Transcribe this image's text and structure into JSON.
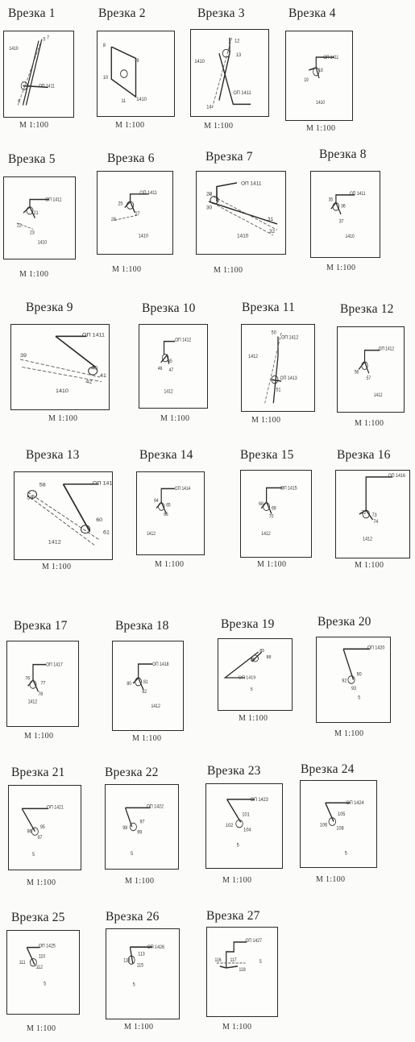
{
  "sheet": {
    "insets": [
      {
        "title": "Врезка 1",
        "scale": "M 1:100",
        "labels": [
          "1410",
          "ОП 1411",
          "5",
          "6",
          "7"
        ]
      },
      {
        "title": "Врезка 2",
        "scale": "M 1:100",
        "labels": [
          "1410",
          "8",
          "9",
          "10",
          "11"
        ]
      },
      {
        "title": "Врезка 3",
        "scale": "M 1:100",
        "labels": [
          "1410",
          "ОП 1411",
          "12",
          "13",
          "14"
        ]
      },
      {
        "title": "Врезка 4",
        "scale": "M 1:100",
        "labels": [
          "ОП 1411",
          "18",
          "19",
          "1410"
        ]
      },
      {
        "title": "Врезка 5",
        "scale": "M 1:100",
        "labels": [
          "ОП 1411",
          "21",
          "22",
          "23",
          "1410"
        ]
      },
      {
        "title": "Врезка 6",
        "scale": "M 1:100",
        "labels": [
          "ОП 1411",
          "25",
          "26",
          "27",
          "1410"
        ]
      },
      {
        "title": "Врезка 7",
        "scale": "M 1:100",
        "labels": [
          "ОП 1411",
          "29",
          "30",
          "31",
          "32",
          "1410"
        ]
      },
      {
        "title": "Врезка 8",
        "scale": "M 1:100",
        "labels": [
          "ОП 1411",
          "35",
          "36",
          "37",
          "1410"
        ]
      },
      {
        "title": "Врезка 9",
        "scale": "M 1:100",
        "labels": [
          "ОП 1411",
          "39",
          "40",
          "41",
          "42",
          "1410"
        ]
      },
      {
        "title": "Врезка 10",
        "scale": "M 1:100",
        "labels": [
          "ОП 1412",
          "45",
          "46",
          "47",
          "1412"
        ]
      },
      {
        "title": "Врезка 11",
        "scale": "M 1:100",
        "labels": [
          "ОП 1412",
          "ОП 1413",
          "50",
          "51",
          "1412"
        ]
      },
      {
        "title": "Врезка 12",
        "scale": "M 1:100",
        "labels": [
          "ОП 1412",
          "56",
          "57",
          "1412"
        ]
      },
      {
        "title": "Врезка 13",
        "scale": "M 1:100",
        "labels": [
          "ОП 1412",
          "58",
          "59",
          "60",
          "61",
          "1412"
        ]
      },
      {
        "title": "Врезка 14",
        "scale": "M 1:100",
        "labels": [
          "ОП 1414",
          "64",
          "65",
          "66",
          "1412"
        ]
      },
      {
        "title": "Врезка 15",
        "scale": "M 1:100",
        "labels": [
          "ОП 1415",
          "68",
          "69",
          "70",
          "1412"
        ]
      },
      {
        "title": "Врезка 16",
        "scale": "M 1:100",
        "labels": [
          "ОП 1416",
          "72",
          "73",
          "74",
          "1412"
        ]
      },
      {
        "title": "Врезка 17",
        "scale": "M 1:100",
        "labels": [
          "ОП 1417",
          "76",
          "77",
          "78",
          "1412"
        ]
      },
      {
        "title": "Врезка 18",
        "scale": "M 1:100",
        "labels": [
          "ОП 1418",
          "80",
          "81",
          "82",
          "1412"
        ]
      },
      {
        "title": "Врезка 19",
        "scale": "M 1:100",
        "labels": [
          "ОП 1419",
          "85",
          "86",
          "88",
          "5"
        ]
      },
      {
        "title": "Врезка 20",
        "scale": "M 1:100",
        "labels": [
          "ОП 1420",
          "90",
          "92",
          "93",
          "5"
        ]
      },
      {
        "title": "Врезка 21",
        "scale": "M 1:100",
        "labels": [
          "ОП 1421",
          "95",
          "96",
          "97",
          "5"
        ]
      },
      {
        "title": "Врезка 22",
        "scale": "M 1:100",
        "labels": [
          "ОП 1422",
          "97",
          "98",
          "99",
          "5"
        ]
      },
      {
        "title": "Врезка 23",
        "scale": "M 1:100",
        "labels": [
          "ОП 1423",
          "101",
          "102",
          "104",
          "5"
        ]
      },
      {
        "title": "Врезка 24",
        "scale": "M 1:100",
        "labels": [
          "ОП 1424",
          "105",
          "106",
          "108",
          "5"
        ]
      },
      {
        "title": "Врезка 25",
        "scale": "M 1:100",
        "labels": [
          "ОП 1425",
          "110",
          "111",
          "112",
          "5"
        ]
      },
      {
        "title": "Врезка 26",
        "scale": "M 1:100",
        "labels": [
          "ОП 1426",
          "113",
          "114",
          "115",
          "5"
        ]
      },
      {
        "title": "Врезка 27",
        "scale": "M 1:100",
        "labels": [
          "ОП 1427",
          "116",
          "117",
          "118",
          "5"
        ]
      }
    ]
  }
}
